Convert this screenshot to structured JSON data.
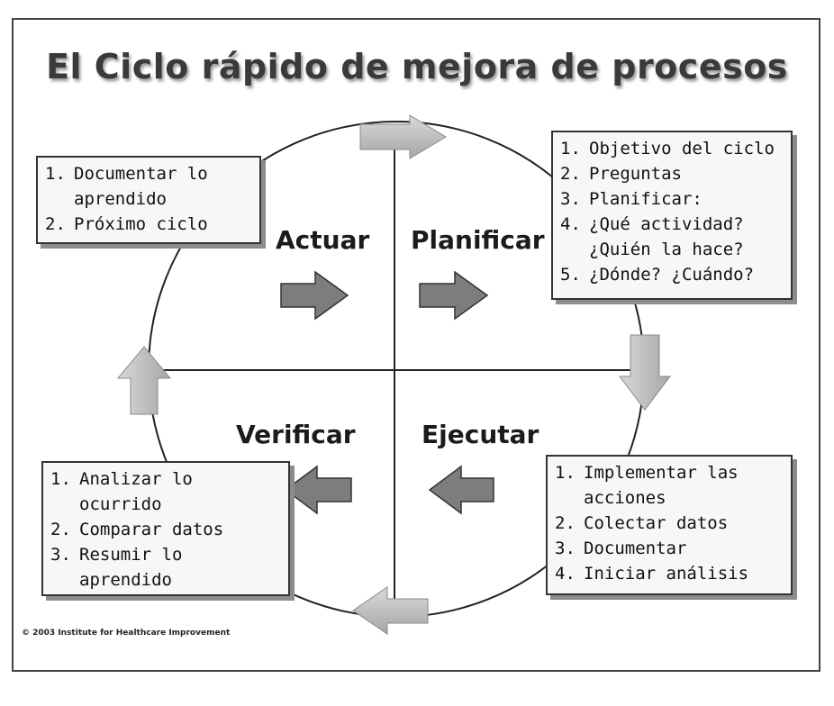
{
  "title": "El Ciclo rápido de mejora de procesos",
  "quadrants": {
    "actuar": "Actuar",
    "planificar": "Planificar",
    "verificar": "Verificar",
    "ejecutar": "Ejecutar"
  },
  "boxes": {
    "actuar": [
      {
        "num": "1.",
        "text": "Documentar lo\naprendido"
      },
      {
        "num": "2.",
        "text": "Próximo ciclo"
      }
    ],
    "planificar": [
      {
        "num": "1.",
        "text": "Objetivo del ciclo"
      },
      {
        "num": "2.",
        "text": "Preguntas"
      },
      {
        "num": "3.",
        "text": "Planificar:"
      },
      {
        "num": "4.",
        "text": "¿Qué actividad?\n¿Quién la hace?"
      },
      {
        "num": "5.",
        "text": "¿Dónde? ¿Cuándo?"
      }
    ],
    "verificar": [
      {
        "num": "1.",
        "text": "Analizar lo\nocurrido"
      },
      {
        "num": "2.",
        "text": "Comparar datos"
      },
      {
        "num": "3.",
        "text": "Resumir lo\naprendido"
      }
    ],
    "ejecutar": [
      {
        "num": "1.",
        "text": "Implementar las\nacciones"
      },
      {
        "num": "2.",
        "text": "Colectar datos"
      },
      {
        "num": "3.",
        "text": "Documentar"
      },
      {
        "num": "4.",
        "text": "Iniciar análisis"
      }
    ]
  },
  "copyright": "© 2003 Institute for Healthcare Improvement",
  "colors": {
    "arrow_dark": "#7d7d7d",
    "arrow_light": "#b9b9b9",
    "box_bg": "#f7f7f7",
    "title": "#3a3a3a"
  }
}
